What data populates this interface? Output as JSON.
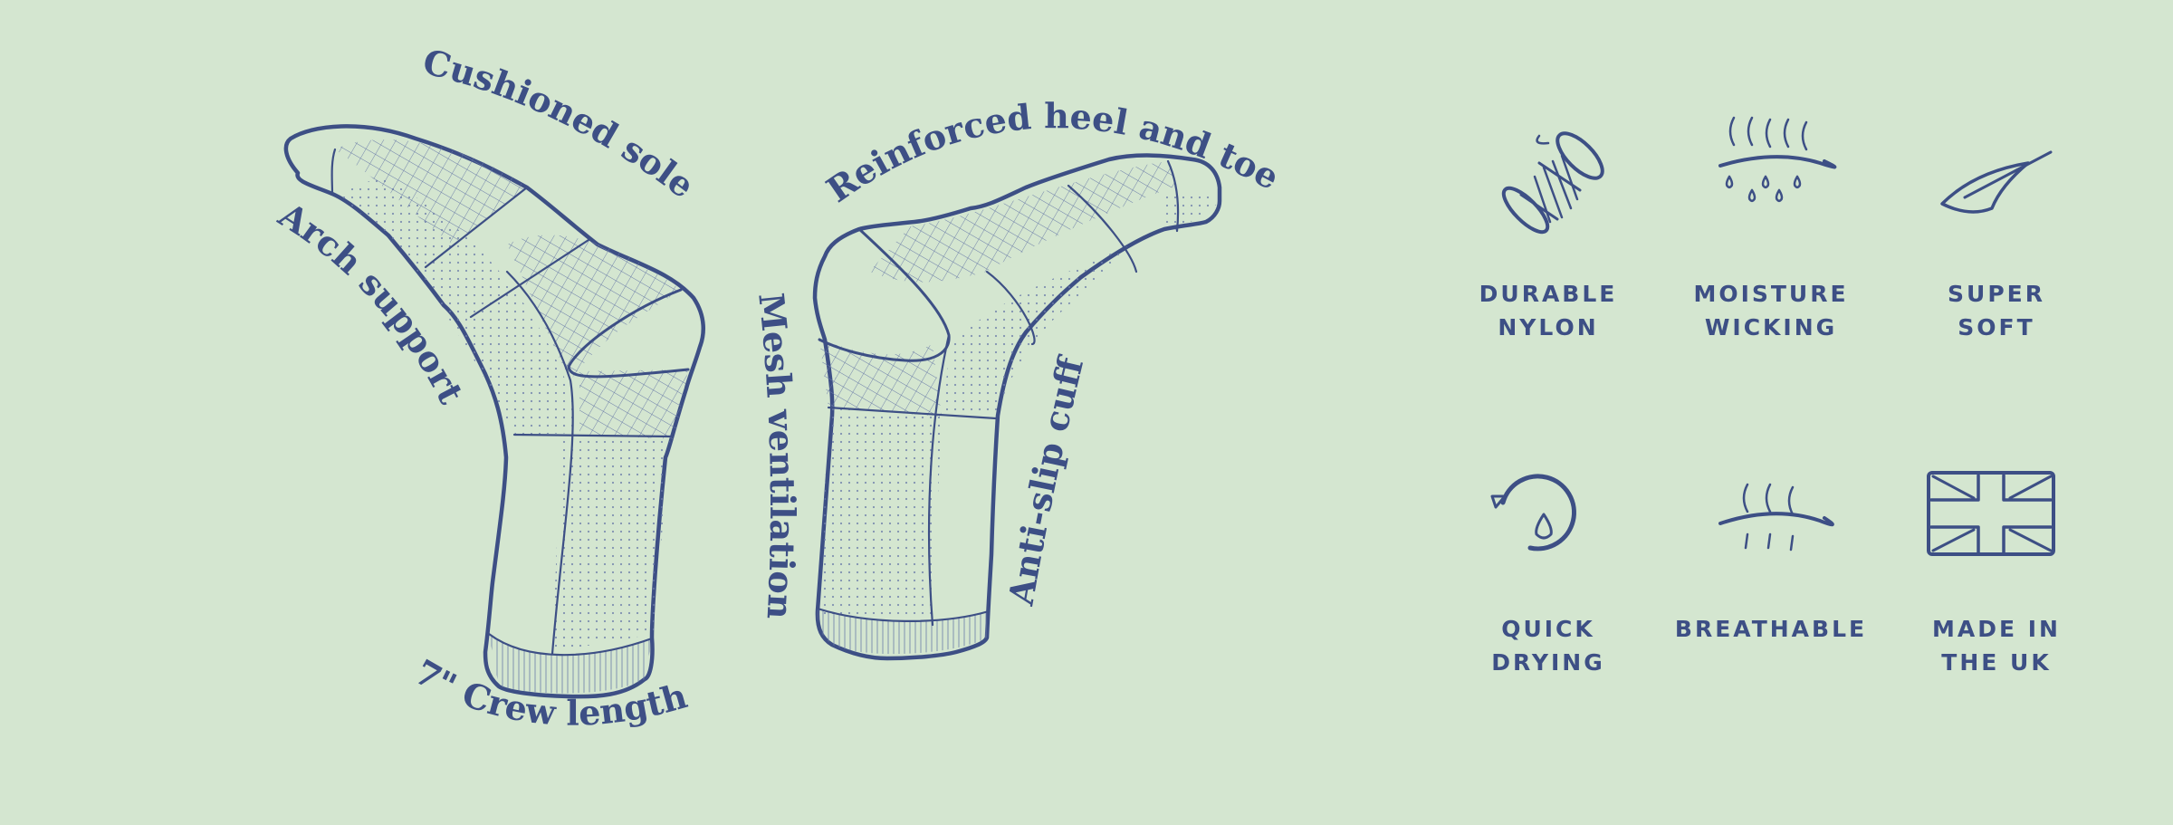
{
  "colors": {
    "background": "#d4e6d0",
    "ink": "#3d4f85"
  },
  "sock_labels": {
    "cushioned_sole": "Cushioned sole",
    "arch_support": "Arch support",
    "crew_length": "7\" Crew length",
    "reinforced": "Reinforced heel and toe",
    "mesh": "Mesh ventilation",
    "anti_slip": "Anti-slip cuff"
  },
  "features": [
    {
      "icon": "thread-spool-icon",
      "line1": "DURABLE",
      "line2": "NYLON"
    },
    {
      "icon": "moisture-wicking-icon",
      "line1": "MOISTURE",
      "line2": "WICKING"
    },
    {
      "icon": "feather-icon",
      "line1": "SUPER",
      "line2": "SOFT"
    },
    {
      "icon": "quick-drying-icon",
      "line1": "QUICK",
      "line2": "DRYING"
    },
    {
      "icon": "breathable-icon",
      "line1": "BREATHABLE",
      "line2": ""
    },
    {
      "icon": "union-flag-icon",
      "line1": "MADE IN",
      "line2": "THE UK"
    }
  ]
}
